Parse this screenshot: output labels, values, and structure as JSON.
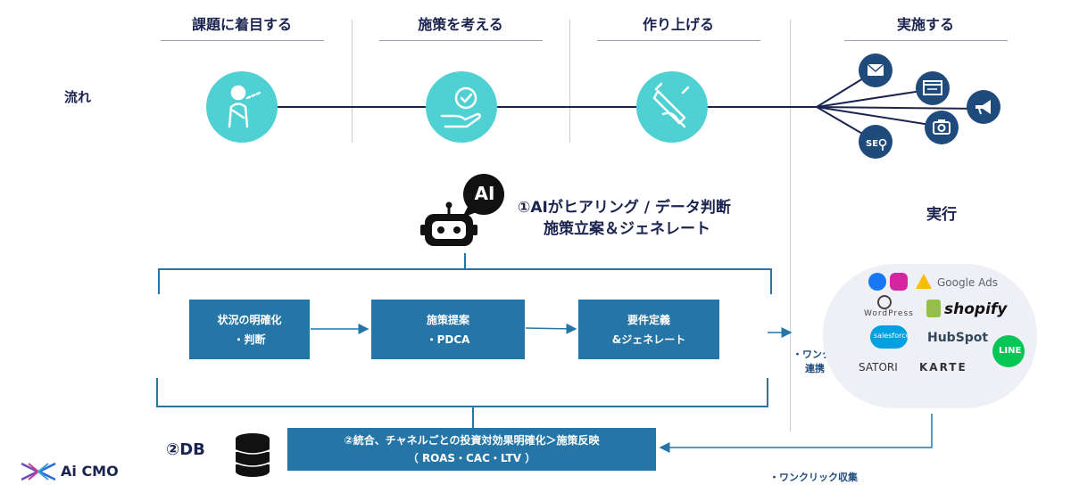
{
  "stages": [
    {
      "label": "課題に着目する"
    },
    {
      "label": "施策を考える"
    },
    {
      "label": "作り上げる"
    },
    {
      "label": "実施する"
    }
  ],
  "flow_label": "流れ",
  "ai": {
    "badge": "AI",
    "caption_line1": "①AIがヒアリング / データ判断",
    "caption_line2": "施策立案＆ジェネレート"
  },
  "execute_label": "実行",
  "process_boxes": [
    {
      "line1": "状況の明確化",
      "line2": "・判断"
    },
    {
      "line1": "施策提案",
      "line2": "・PDCA"
    },
    {
      "line1": "要件定義",
      "line2": "&ジェネレート"
    }
  ],
  "db": {
    "label": "②DB",
    "box_line1": "②統合、チャネルごとの投資対効果明確化＞施策反映",
    "box_line2": "（ ROAS・CAC・LTV ）"
  },
  "notes": {
    "one_click_link_line1": "・ワンクリック",
    "one_click_link_line2": "連携",
    "one_click_collect": "・ワンクリック収集"
  },
  "integrations": {
    "google_ads": "Google Ads",
    "wordpress": "WordPress",
    "shopify": "shopify",
    "salesforce": "salesforce",
    "hubspot": "HubSpot",
    "line": "LINE",
    "satori": "SATORI",
    "karte": "KARTE"
  },
  "logo": {
    "text": "Ai CMO"
  },
  "colors": {
    "teal": "#4fd1d3",
    "navy": "#1b2450",
    "box_blue": "#2576a7",
    "channel_blue": "#1f4a7c"
  },
  "icons": [
    "person-thinking-icon",
    "hand-check-icon",
    "hand-writing-icon",
    "mail-icon",
    "browser-icon",
    "megaphone-icon",
    "camera-icon",
    "seo-icon",
    "robot-icon",
    "database-icon"
  ]
}
